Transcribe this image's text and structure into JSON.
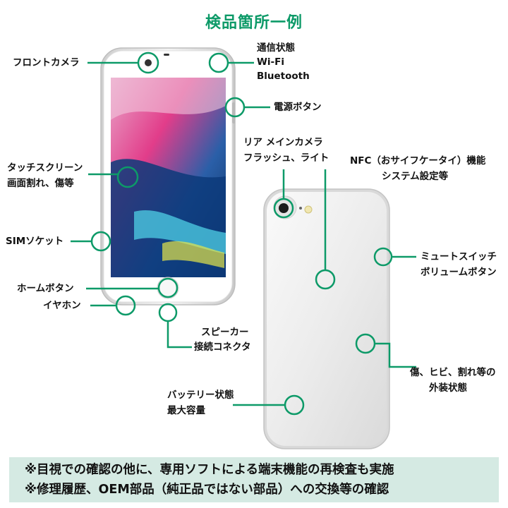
{
  "title": "検品箇所一例",
  "labels": {
    "front_camera": "フロントカメラ",
    "comm_1": "通信状態",
    "comm_2": "Wi-Fi",
    "comm_3": "Bluetooth",
    "power": "電源ボタン",
    "rear_camera_1": "リア メインカメラ",
    "rear_camera_2": "フラッシュ、ライト",
    "nfc_1": "NFC（おサイフケータイ）機能",
    "nfc_2": "システム設定等",
    "touch_1": "タッチスクリーン",
    "touch_2": "画面割れ、傷等",
    "sim": "SIMソケット",
    "mute_1": "ミュートスイッチ",
    "mute_2": "ボリュームボタン",
    "home": "ホームボタン",
    "earphone": "イヤホン",
    "speaker_1": "スピーカー",
    "speaker_2": "接続コネクタ",
    "damage_1": "傷、ヒビ、割れ等の",
    "damage_2": "外装状態",
    "battery_1": "バッテリー状態",
    "battery_2": "最大容量"
  },
  "notes": [
    "※目視での確認の他に、専用ソフトによる端末機能の再検査も実施",
    "※修理履歴、OEM部品（純正品ではない部品）への交換等の確認"
  ],
  "colors": {
    "accent": "#0d9a68",
    "note_bg": "#d5eae3"
  }
}
